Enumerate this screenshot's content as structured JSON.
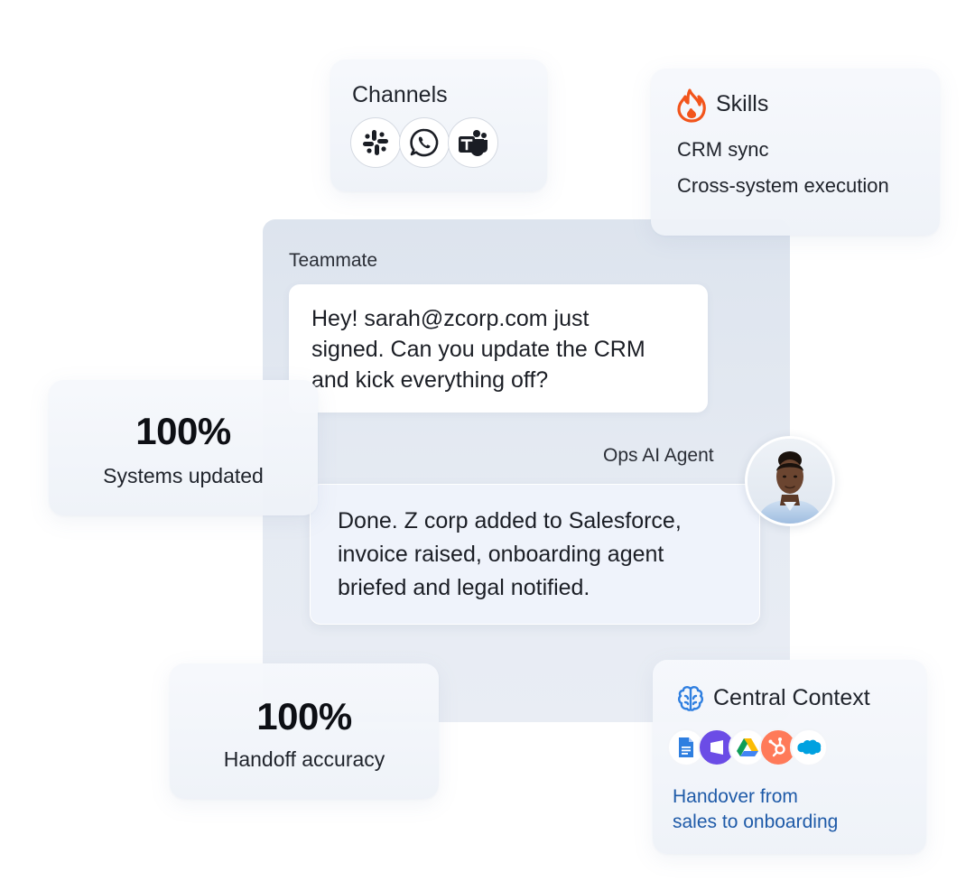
{
  "channels": {
    "title": "Channels",
    "icons": [
      "slack-icon",
      "whatsapp-icon",
      "teams-icon"
    ]
  },
  "skills": {
    "title": "Skills",
    "icon": "fire-icon",
    "items": [
      "CRM sync",
      "Cross-system execution"
    ]
  },
  "chat": {
    "teammate_label": "Teammate",
    "teammate_lines": [
      "Hey! sarah@zcorp.com just",
      "signed. Can you update the CRM",
      "and kick everything off?"
    ],
    "agent_label": "Ops AI Agent",
    "agent_lines": [
      "Done. Z corp added to Salesforce,",
      "invoice raised, onboarding agent",
      "briefed and legal notified."
    ]
  },
  "stats": [
    {
      "value": "100%",
      "label": "Systems updated"
    },
    {
      "value": "100%",
      "label": "Handoff accuracy"
    }
  ],
  "context": {
    "title": "Central Context",
    "icon": "brain-icon",
    "integrations": [
      "google-docs-icon",
      "clickup-icon",
      "google-drive-icon",
      "hubspot-icon",
      "salesforce-icon"
    ],
    "caption_lines": [
      "Handover from",
      "sales to onboarding"
    ]
  },
  "colors": {
    "accent_blue": "#1e5aa8",
    "fire_orange": "#f2541b",
    "brain_blue": "#2f7fe0",
    "hubspot_orange": "#ff7a59",
    "salesforce_blue": "#00a1e0",
    "clickup_purple": "#6b4ce6"
  }
}
